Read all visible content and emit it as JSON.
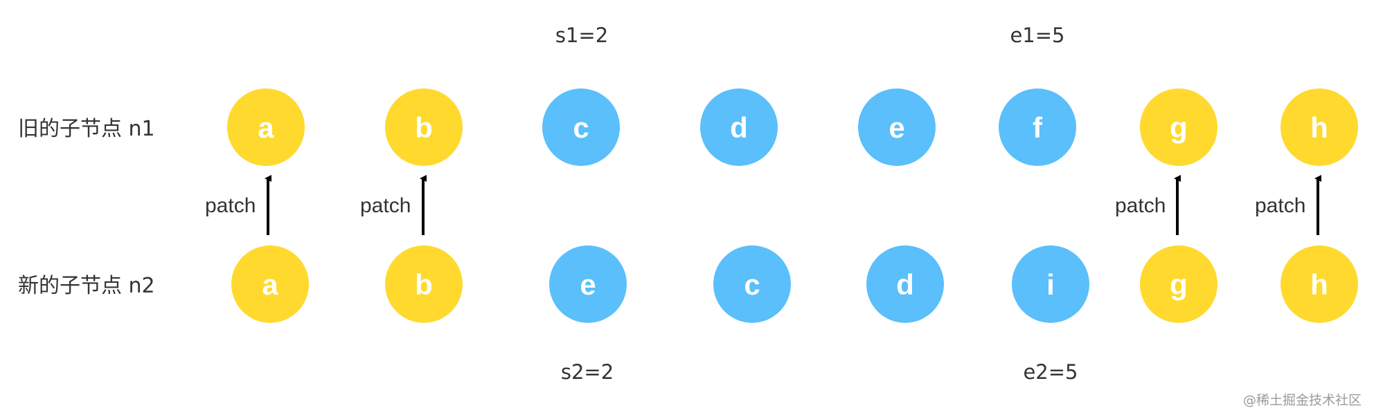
{
  "row_labels": {
    "old": "旧的子节点 n1",
    "new": "新的子节点 n2"
  },
  "pointers": {
    "s1": "s1=2",
    "e1": "e1=5",
    "s2": "s2=2",
    "e2": "e2=5"
  },
  "old_nodes": [
    {
      "letter": "a",
      "color": "#FFD92E"
    },
    {
      "letter": "b",
      "color": "#FFD92E"
    },
    {
      "letter": "c",
      "color": "#5ABFFB"
    },
    {
      "letter": "d",
      "color": "#5ABFFB"
    },
    {
      "letter": "e",
      "color": "#5ABFFB"
    },
    {
      "letter": "f",
      "color": "#5ABFFB"
    },
    {
      "letter": "g",
      "color": "#FFD92E"
    },
    {
      "letter": "h",
      "color": "#FFD92E"
    }
  ],
  "new_nodes": [
    {
      "letter": "a",
      "color": "#FFD92E"
    },
    {
      "letter": "b",
      "color": "#FFD92E"
    },
    {
      "letter": "e",
      "color": "#5ABFFB"
    },
    {
      "letter": "c",
      "color": "#5ABFFB"
    },
    {
      "letter": "d",
      "color": "#5ABFFB"
    },
    {
      "letter": "i",
      "color": "#5ABFFB"
    },
    {
      "letter": "g",
      "color": "#FFD92E"
    },
    {
      "letter": "h",
      "color": "#FFD92E"
    }
  ],
  "patch_label": "patch",
  "watermark": "@稀土掘金技术社区",
  "colors": {
    "matched": "#FFD92E",
    "unmatched": "#5ABFFB",
    "arrow": "#000000"
  }
}
